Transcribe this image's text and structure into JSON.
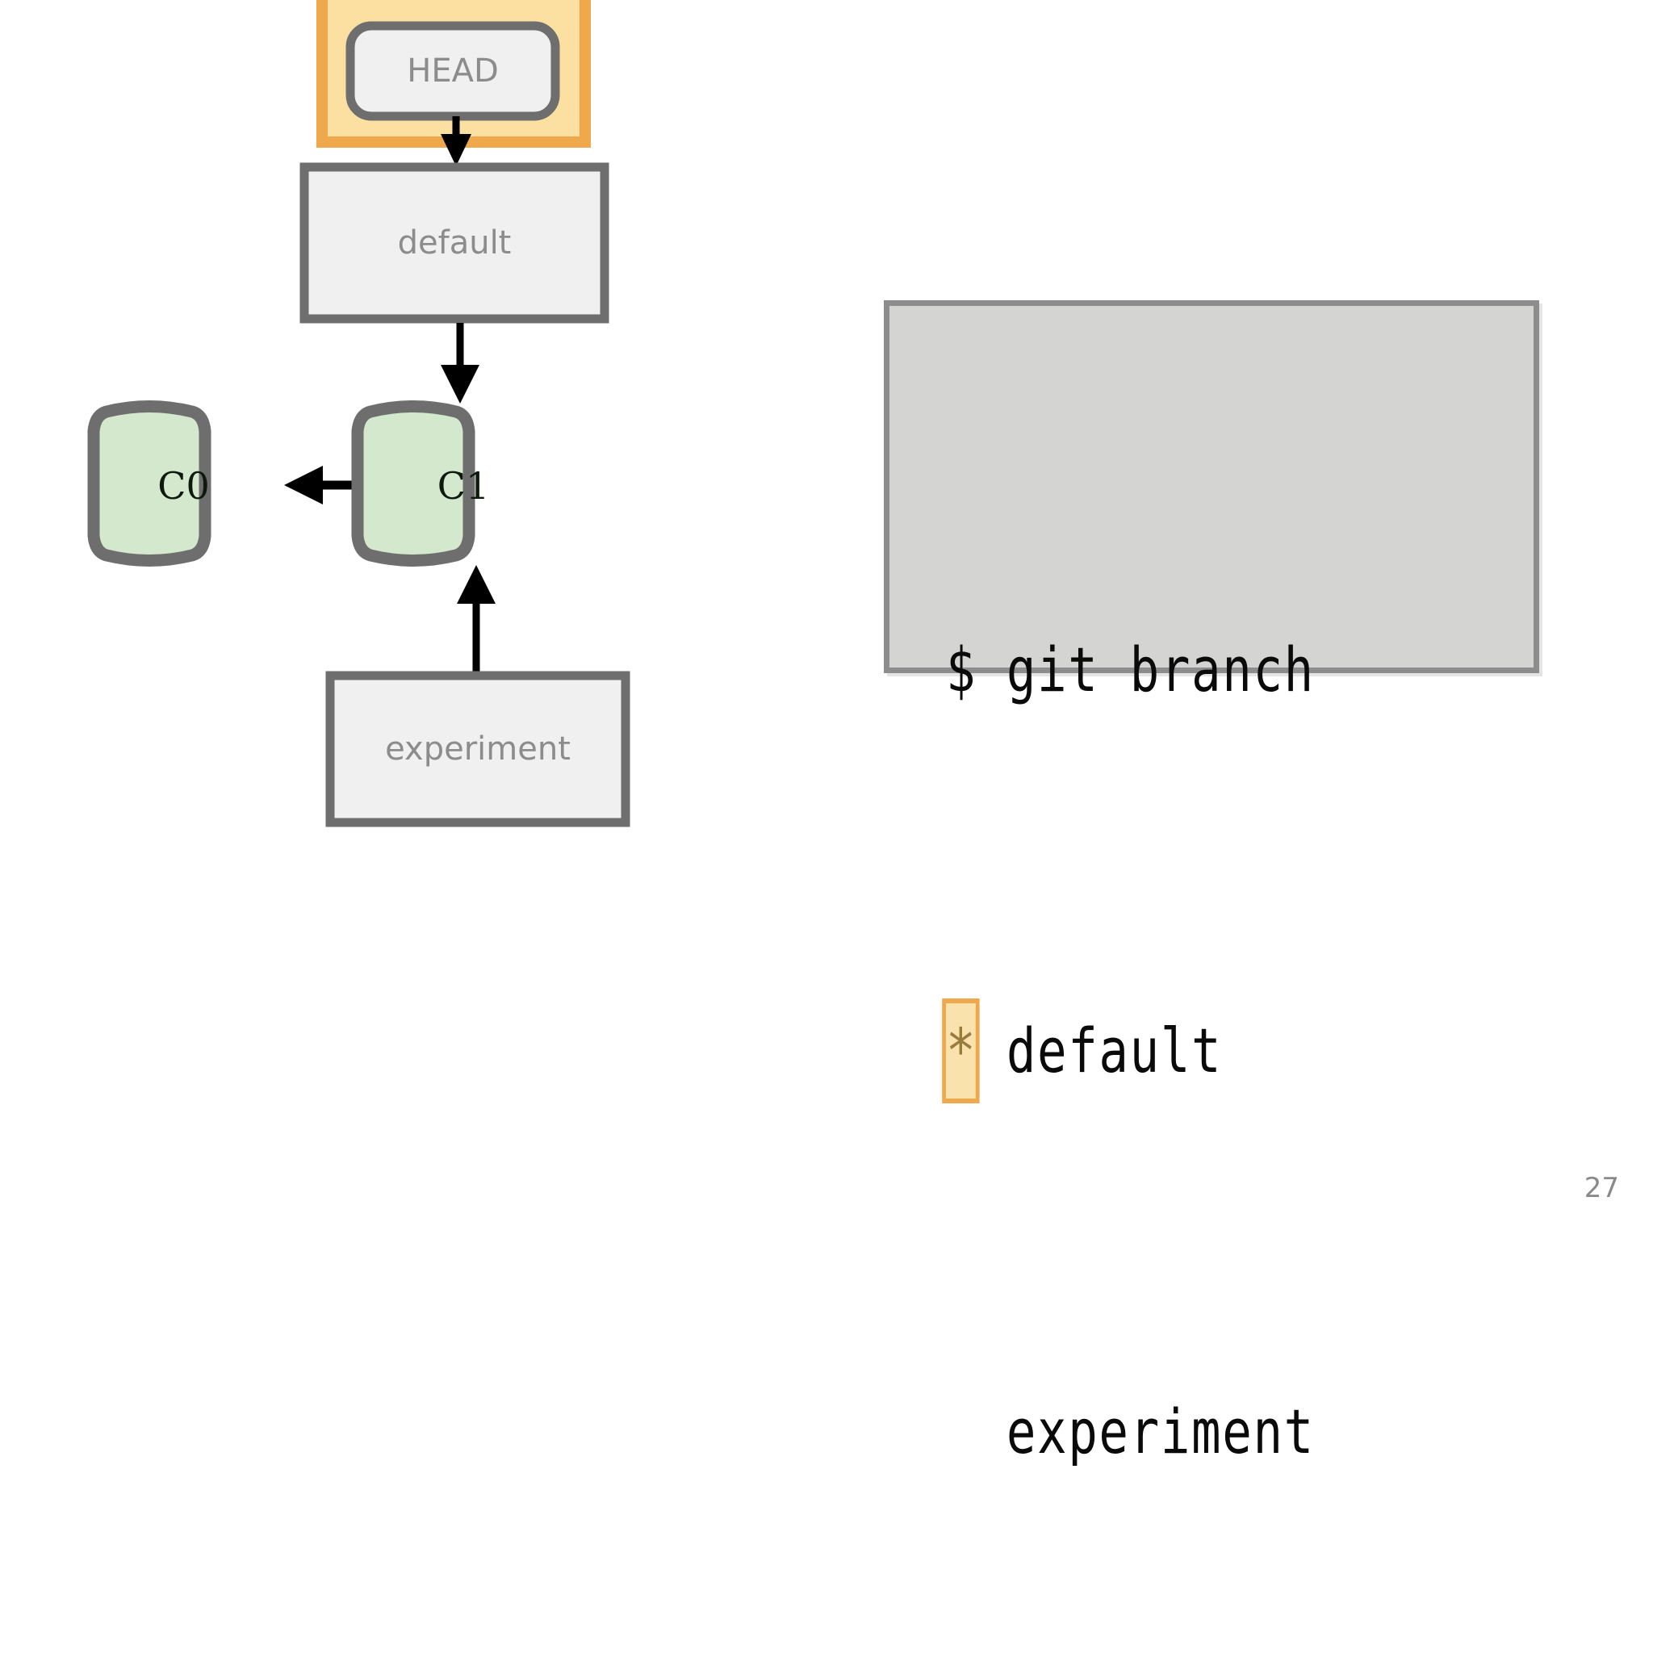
{
  "slide": {
    "page_number": "27",
    "background_color": "#ffffff"
  },
  "colors": {
    "highlight_border": "#f0a84c",
    "highlight_fill": "#fce0a2",
    "ref_box_fill": "#f0f0f0",
    "ref_box_border": "#6e6e6e",
    "ref_text": "#8c8c8c",
    "commit_fill": "#d4e8cd",
    "commit_border": "#6e6e6e",
    "commit_text": "#0d1a0d",
    "arrow": "#000000",
    "terminal_bg": "#d4d4d2",
    "terminal_border": "#8d8d8d",
    "terminal_text": "#0a0a0a",
    "marker_hl_fill": "#f9e2ab",
    "marker_hl_border": "#f0a84c",
    "marker_glyph": "#9a7b3e",
    "page_number_text": "#8a8a8a"
  },
  "diagram": {
    "title": "git-branch-commit-graph",
    "head_highlight": {
      "name": "head-highlight-box",
      "highlighted": true
    },
    "nodes": [
      {
        "id": "head",
        "type": "ref-pointer",
        "label": "HEAD",
        "shape": "rounded-rect",
        "highlighted": true
      },
      {
        "id": "default",
        "type": "branch-ref",
        "label": "default",
        "shape": "rect",
        "highlighted": false
      },
      {
        "id": "experiment",
        "type": "branch-ref",
        "label": "experiment",
        "shape": "rect",
        "highlighted": false
      },
      {
        "id": "c0",
        "type": "commit",
        "label": "C0",
        "shape": "barrel",
        "highlighted": false
      },
      {
        "id": "c1",
        "type": "commit",
        "label": "C1",
        "shape": "barrel",
        "highlighted": false
      }
    ],
    "edges": [
      {
        "from": "head",
        "to": "default",
        "direction": "down"
      },
      {
        "from": "default",
        "to": "c1",
        "direction": "down"
      },
      {
        "from": "c1",
        "to": "c0",
        "direction": "left"
      },
      {
        "from": "experiment",
        "to": "c1",
        "direction": "up"
      }
    ]
  },
  "terminal": {
    "name": "git-branch-output",
    "lines": [
      {
        "marker": "$",
        "marker_highlighted": false,
        "text": "git branch"
      },
      {
        "marker": "*",
        "marker_highlighted": true,
        "text": "default"
      },
      {
        "marker": " ",
        "marker_highlighted": false,
        "text": "experiment"
      }
    ]
  }
}
